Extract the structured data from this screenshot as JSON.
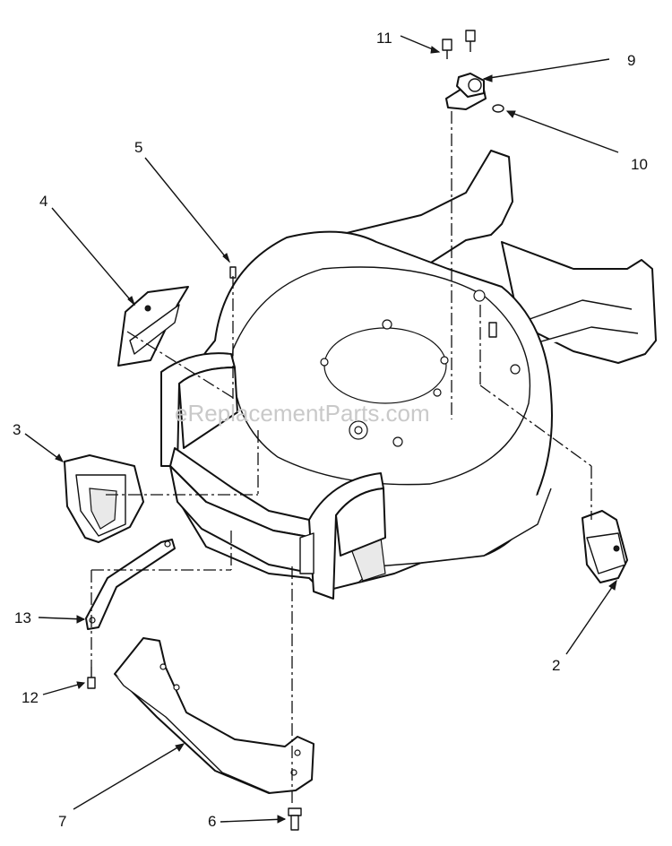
{
  "watermark": "eReplacementParts.com",
  "callouts": {
    "c1": "11",
    "c2": "9",
    "c3": "10",
    "c4": "5",
    "c5": "4",
    "c6": "3",
    "c7": "13",
    "c8": "12",
    "c9": "7",
    "c10": "6",
    "c11": "2"
  }
}
